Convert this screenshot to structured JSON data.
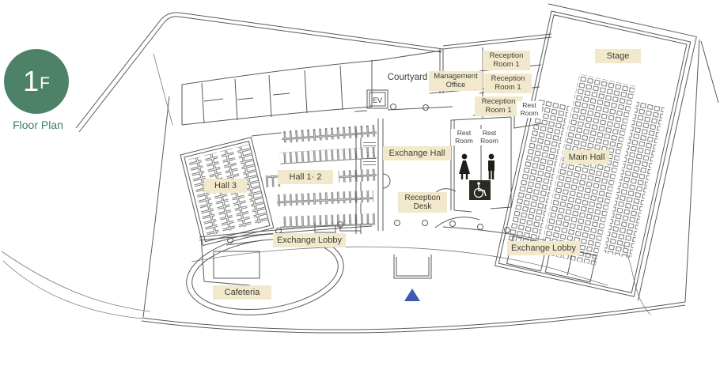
{
  "badge": {
    "floor_number": "1",
    "floor_suffix": "F",
    "caption": "Floor Plan"
  },
  "plan": {
    "labels": [
      {
        "id": "stage",
        "text": "Stage"
      },
      {
        "id": "reception-room-1-a",
        "text": "Reception Room 1"
      },
      {
        "id": "reception-room-1-b",
        "text": "Reception Room 1"
      },
      {
        "id": "reception-room-1-c",
        "text": "Reception Room 1"
      },
      {
        "id": "management-office",
        "text": "Management Office"
      },
      {
        "id": "courtyard",
        "text": "Courtyard"
      },
      {
        "id": "exchange-hall",
        "text": "Exchange Hall"
      },
      {
        "id": "rest-room-women",
        "text": "Rest Room"
      },
      {
        "id": "rest-room-men",
        "text": "Rest Room"
      },
      {
        "id": "rest-room-small",
        "text": "Rest Room"
      },
      {
        "id": "main-hall",
        "text": "Main Hall"
      },
      {
        "id": "hall-1-2",
        "text": "Hall 1· 2"
      },
      {
        "id": "hall-3",
        "text": "Hall 3"
      },
      {
        "id": "reception-desk",
        "text": "Reception Desk"
      },
      {
        "id": "exchange-lobby-west",
        "text": "Exchange Lobby"
      },
      {
        "id": "exchange-lobby-east",
        "text": "Exchange Lobby"
      },
      {
        "id": "cafeteria",
        "text": "Cafeteria"
      }
    ],
    "icons": {
      "elevator": "EV"
    },
    "colors": {
      "badge_green": "#4E8268",
      "caption_green": "#3E7B62",
      "label_beige": "#F2E9CC",
      "label_text": "#3E3E36",
      "line_gray": "#5A5A5A",
      "entrance_blue": "#3E59B4",
      "restroom_black": "#1E1E18"
    }
  }
}
